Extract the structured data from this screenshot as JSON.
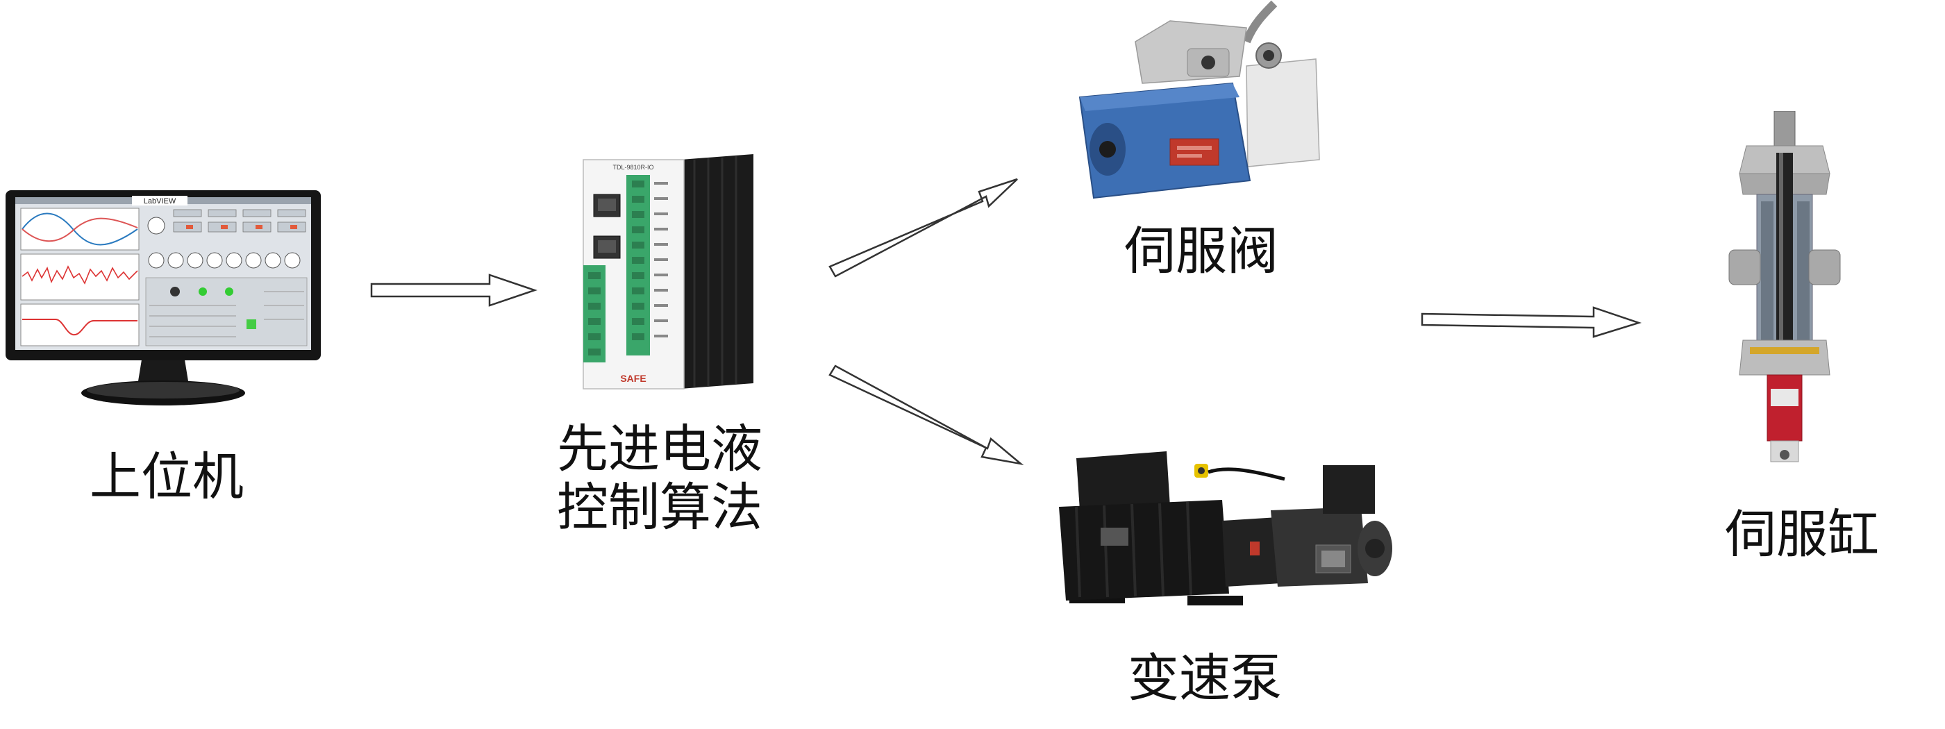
{
  "diagram": {
    "nodes": [
      {
        "id": "host",
        "label": "上位机",
        "icon": "monitor-labview-icon",
        "screen_title": "LabVIEW"
      },
      {
        "id": "controller",
        "label_lines": [
          "先进电液",
          "控制算法"
        ],
        "icon": "controller-module-icon",
        "device_tag": "TDL-9810R-IO",
        "brand": "SAFE"
      },
      {
        "id": "valve",
        "label": "伺服阀",
        "icon": "servo-valve-icon"
      },
      {
        "id": "pump",
        "label": "变速泵",
        "icon": "variable-speed-pump-icon"
      },
      {
        "id": "cylinder",
        "label": "伺服缸",
        "icon": "servo-cylinder-icon"
      }
    ],
    "edges": [
      {
        "from": "host",
        "to": "controller"
      },
      {
        "from": "controller",
        "to": "valve"
      },
      {
        "from": "controller",
        "to": "pump"
      },
      {
        "from": "valve",
        "to": "cylinder"
      }
    ],
    "colors": {
      "arrow_stroke": "#333333",
      "arrow_fill": "#ffffff",
      "valve_body": "#3d6fb4",
      "terminal_green": "#3aa66a",
      "pump_body": "#161616",
      "label_text": "#111111"
    }
  }
}
